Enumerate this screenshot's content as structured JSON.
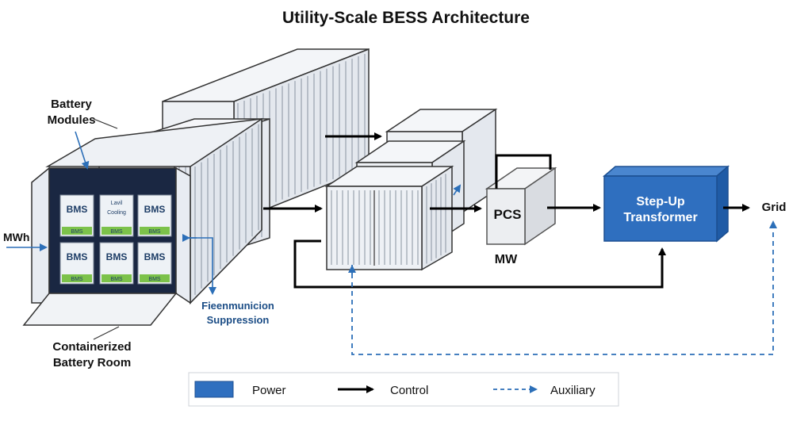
{
  "title": "Utility-Scale BESS Architecture",
  "labels": {
    "battery_modules_line1": "Battery",
    "battery_modules_line2": "Modules",
    "mwh": "MWh",
    "container_room_line1": "Containerized",
    "container_room_line2": "Battery Room",
    "fire_line1": "Fieenmunicion",
    "fire_line2": "Suppression",
    "pcs": "PCS",
    "mw": "MW",
    "transformer_line1": "Step-Up",
    "transformer_line2": "Transformer",
    "grid": "Grid"
  },
  "modules": [
    {
      "top": "BMS",
      "mid": "",
      "bot": "BMS"
    },
    {
      "top": "Lavil",
      "mid": "Cooling",
      "bot": "BMS"
    },
    {
      "top": "BMS",
      "mid": "",
      "bot": "BMS"
    },
    {
      "top": "BMS",
      "mid": "",
      "bot": "BMS"
    },
    {
      "top": "BMS",
      "mid": "",
      "bot": "BMS"
    },
    {
      "top": "BMS",
      "mid": "",
      "bot": "BMS"
    }
  ],
  "legend": {
    "power": "Power",
    "control": "Control",
    "auxiliary": "Auxiliary"
  },
  "colors": {
    "power": "#2f6fbf",
    "control": "#000000",
    "auxiliary": "#2c6fb8",
    "module_green": "#7cc24a"
  }
}
